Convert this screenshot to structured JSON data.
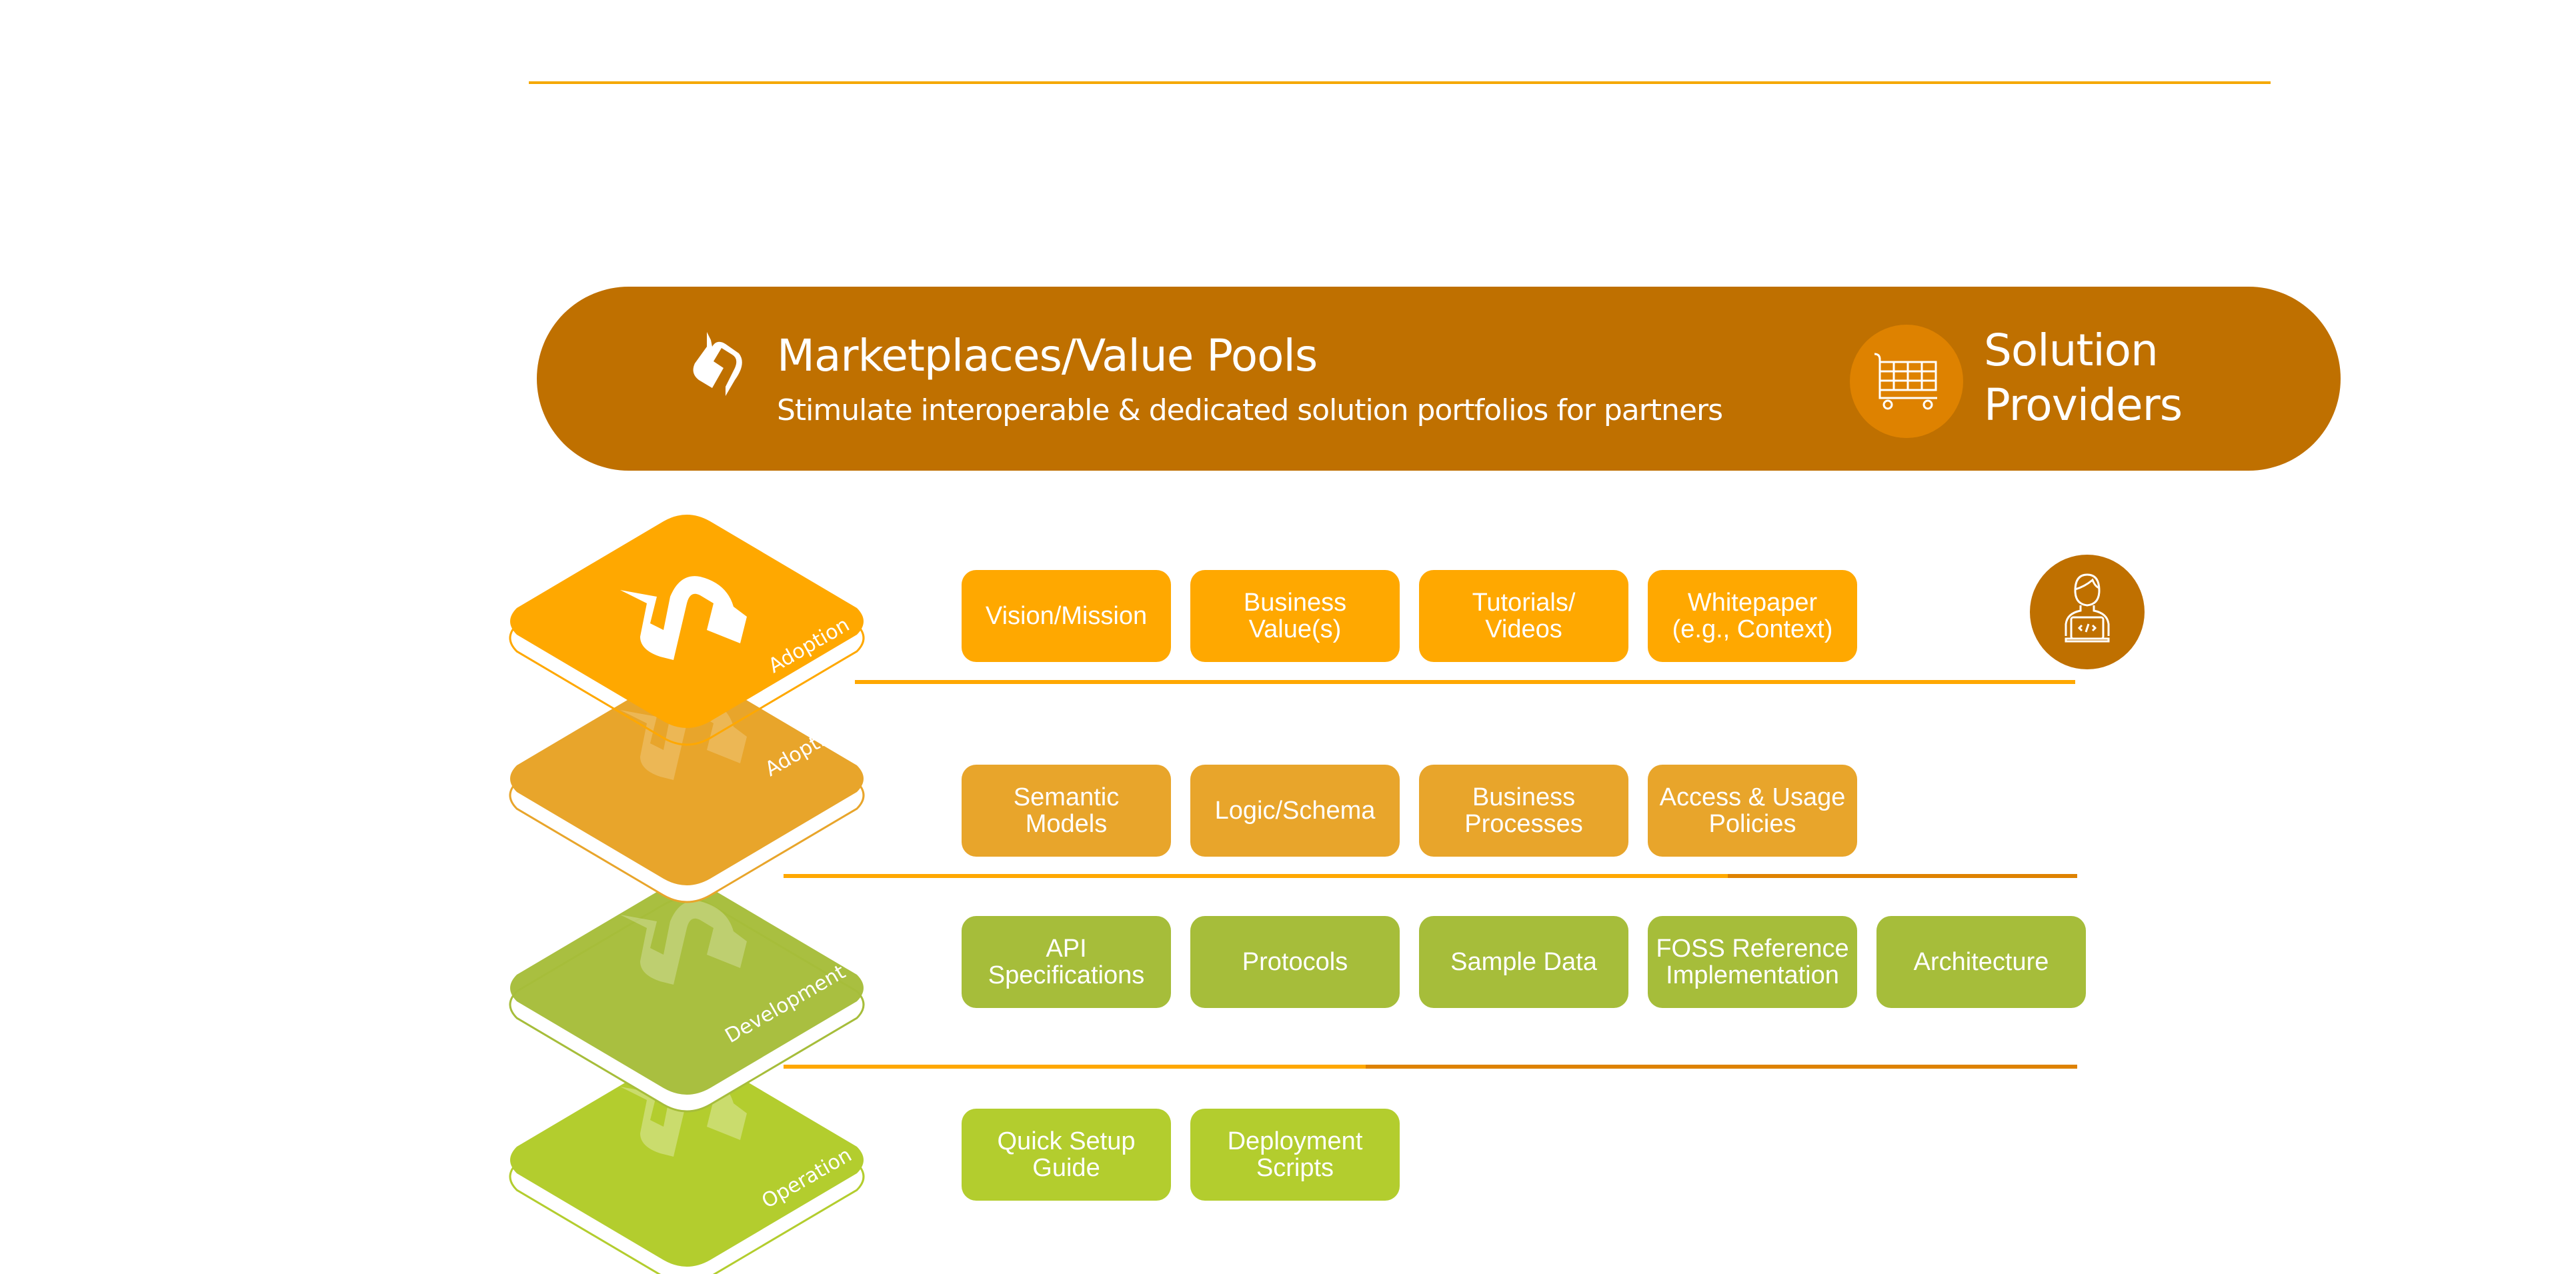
{
  "banner": {
    "title": "Marketplaces/Value Pools",
    "subtitle": "Stimulate interoperable & dedicated solution portfolios for partners",
    "logo_icon": "catena-x-logo-icon",
    "role_icon": "shopping-cart-icon",
    "role_label_line1": "Solution",
    "role_label_line2": "Providers"
  },
  "developer_icon": "developer-laptop-icon",
  "layers": [
    {
      "label": "Adoption",
      "color": "#ffa800"
    },
    {
      "label": "Adoption",
      "color": "#e8a52b"
    },
    {
      "label": "Development",
      "color": "#a6bd3a"
    },
    {
      "label": "Operation",
      "color": "#b3cd2e"
    }
  ],
  "rows": [
    {
      "items": [
        "Vision/Mission",
        "Business\nValue(s)",
        "Tutorials/\nVideos",
        "Whitepaper\n(e.g., Context)"
      ]
    },
    {
      "items": [
        "Semantic\nModels",
        "Logic/Schema",
        "Business\nProcesses",
        "Access & Usage\nPolicies"
      ]
    },
    {
      "items": [
        "API\nSpecifications",
        "Protocols",
        "Sample Data",
        "FOSS Reference\nImplementation",
        "Architecture"
      ]
    },
    {
      "items": [
        "Quick Setup\nGuide",
        "Deployment\nScripts"
      ]
    }
  ],
  "colors": {
    "banner": "#bf7000",
    "accent_orange": "#ffa800",
    "light_orange": "#e8a52b",
    "dark_orange": "#de8200",
    "green_dark": "#a6bd3a",
    "green_light": "#b3cd2e"
  }
}
